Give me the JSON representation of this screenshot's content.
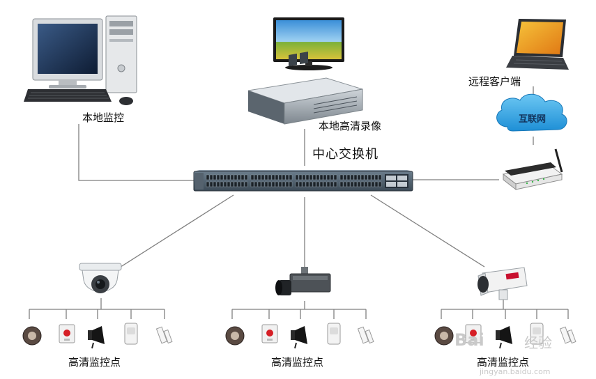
{
  "labels": {
    "local_monitor": "本地监控",
    "local_hd_recorder": "本地高清录像",
    "core_switch": "中心交换机",
    "remote_client": "远程客户端",
    "internet": "互联网",
    "hd_point_1": "高清监控点",
    "hd_point_2": "高清监控点",
    "hd_point_3": "高清监控点"
  },
  "watermark": {
    "brand": "Bai",
    "suffix": "经验",
    "url": "jingyan.baidu.com"
  },
  "colors": {
    "line": "#7f7f7f",
    "cloud": "#38a8e6",
    "switch_body": "#4a5a68"
  }
}
